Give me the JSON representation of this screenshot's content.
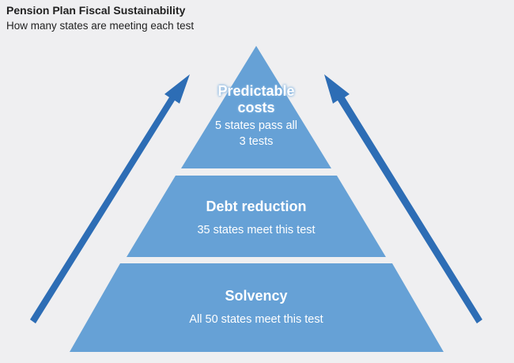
{
  "header": {
    "title": "Pension Plan Fiscal Sustainability",
    "subtitle": "How many states are meeting each test"
  },
  "pyramid": {
    "levels": [
      {
        "title": "Predictable costs",
        "title_line1": "Predictable",
        "title_line2": "costs",
        "desc_line1": "5 states pass all",
        "desc_line2": "3 tests",
        "states": 5
      },
      {
        "title": "Debt reduction",
        "desc": "35 states meet this test",
        "states": 35
      },
      {
        "title": "Solvency",
        "desc": "All 50 states meet this test",
        "states": 50
      }
    ]
  },
  "colors": {
    "background": "#efeff1",
    "pyramid": "#66a1d6",
    "arrow": "#2d6db5",
    "text": "#ffffff"
  }
}
